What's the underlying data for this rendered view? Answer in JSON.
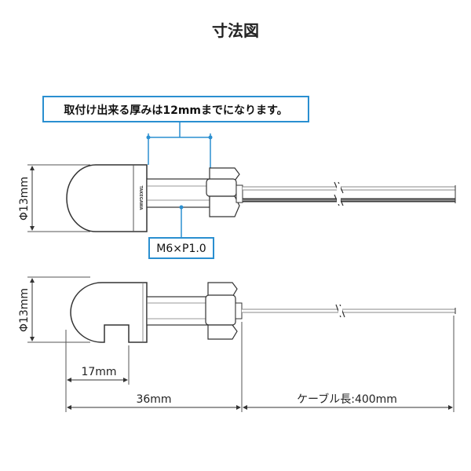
{
  "title": "寸法図",
  "note": "取付け出来る厚みは12mmまでになります。",
  "thread_label": "M6×P1.0",
  "brand": "TAKEGAWA",
  "dimensions": {
    "diameter_top": "Φ13mm",
    "diameter_bottom": "Φ13mm",
    "length_17": "17mm",
    "length_36": "36mm",
    "cable_length": "ケーブル長:400mm"
  },
  "colors": {
    "accent_blue": "#2a8fd0",
    "line": "#333333",
    "wire_dark": "#3a3a3a",
    "wire_gray": "#8a8a8a"
  }
}
